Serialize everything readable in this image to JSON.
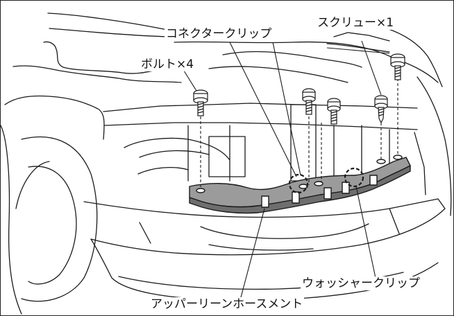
{
  "labels": {
    "connector_clip": "コネクタークリップ",
    "screw": "スクリュー×1",
    "bolt": "ボルト×4",
    "washer_clip": "ウォッシャークリップ",
    "upper_lean_hose_ment": "アッパーリーンホースメント"
  },
  "colors": {
    "line": "#1a1a1a",
    "part_fill": "#9b9b9b",
    "part_dark": "#6e6e6e",
    "background": "#ffffff"
  },
  "icons": {
    "bolt": "bolt-icon",
    "screw": "screw-icon",
    "clip_marker": "dashed-circle-icon"
  }
}
